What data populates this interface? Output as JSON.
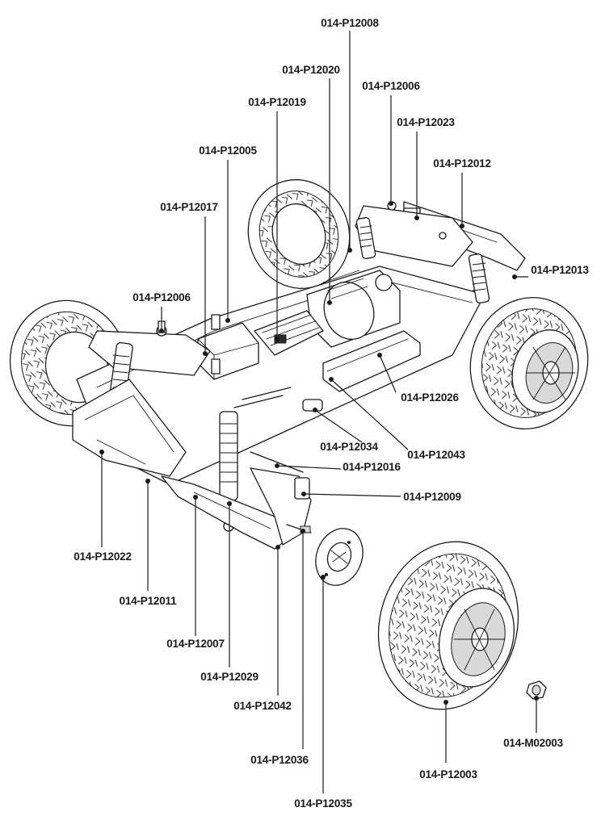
{
  "parts": {
    "p12008": "014-P12008",
    "p12020": "014-P12020",
    "p12006_rear": "014-P12006",
    "p12019": "014-P12019",
    "p12023": "014-P12023",
    "p12005": "014-P12005",
    "p12012": "014-P12012",
    "p12017": "014-P12017",
    "p12013": "014-P12013",
    "p12006_front": "014-P12006",
    "p12026": "014-P12026",
    "p12034": "014-P12034",
    "p12043": "014-P12043",
    "p12016": "014-P12016",
    "p12009": "014-P12009",
    "p12022": "014-P12022",
    "p12011": "014-P12011",
    "p12007": "014-P12007",
    "p12029": "014-P12029",
    "p12042": "014-P12042",
    "p12036": "014-P12036",
    "p12035": "014-P12035",
    "p12003": "014-P12003",
    "m02003": "014-M02003"
  }
}
